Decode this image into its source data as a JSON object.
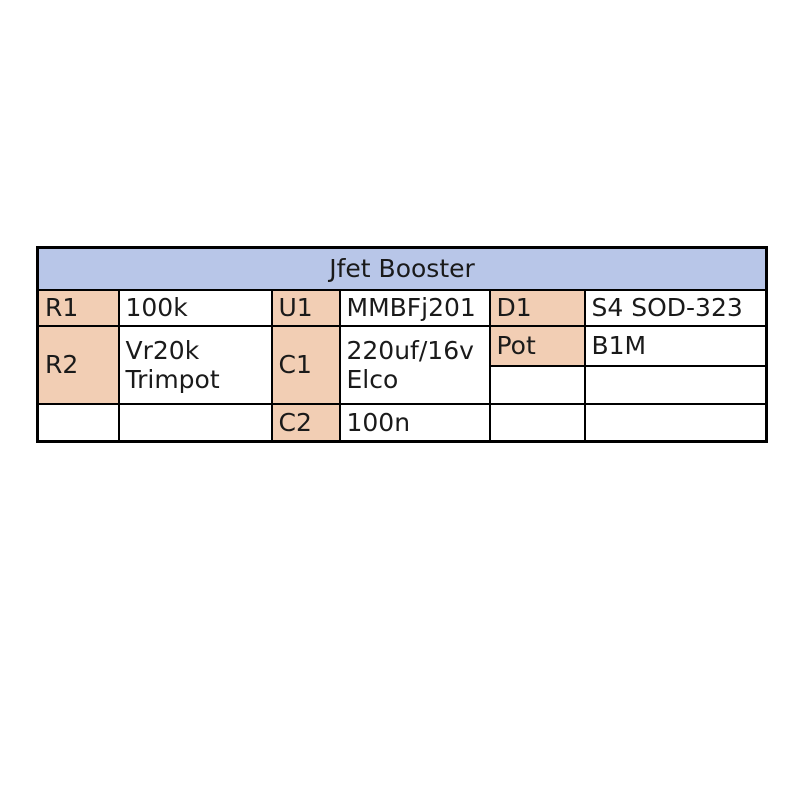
{
  "document": {
    "type": "bill-of-materials-table",
    "background_color": "#ffffff"
  },
  "table": {
    "title": "Jfet Booster",
    "colors": {
      "title_background": "#b8c6e8",
      "reference_background": "#f2ceb4",
      "cell_background": "#ffffff",
      "border": "#000000",
      "text": "#1a1a1a"
    },
    "groups": [
      {
        "name": "resistors",
        "rows": [
          {
            "ref": "R1",
            "value": "100k",
            "value_lines": [
              "100k"
            ]
          },
          {
            "ref": "R2",
            "value": "Vr20k Trimpot",
            "value_lines": [
              "Vr20k",
              "Trimpot"
            ]
          },
          {
            "ref": "",
            "value": "",
            "value_lines": [
              ""
            ]
          }
        ]
      },
      {
        "name": "semiconductors-capacitors",
        "rows": [
          {
            "ref": "U1",
            "value": "MMBFj201",
            "value_lines": [
              "MMBFj201"
            ]
          },
          {
            "ref": "C1",
            "value": "220uf/16v Elco",
            "value_lines": [
              "220uf/16v",
              "Elco"
            ]
          },
          {
            "ref": "C2",
            "value": "100n",
            "value_lines": [
              "100n"
            ]
          }
        ]
      },
      {
        "name": "diode-pot",
        "rows": [
          {
            "ref": "D1",
            "value": "S4 SOD-323",
            "value_lines": [
              "S4 SOD-323"
            ]
          },
          {
            "ref": "Pot",
            "value": "B1M",
            "value_lines": [
              "B1M"
            ]
          },
          {
            "ref": "",
            "value": "",
            "value_lines": [
              ""
            ]
          },
          {
            "ref": "",
            "value": "",
            "value_lines": [
              ""
            ]
          }
        ]
      }
    ]
  }
}
